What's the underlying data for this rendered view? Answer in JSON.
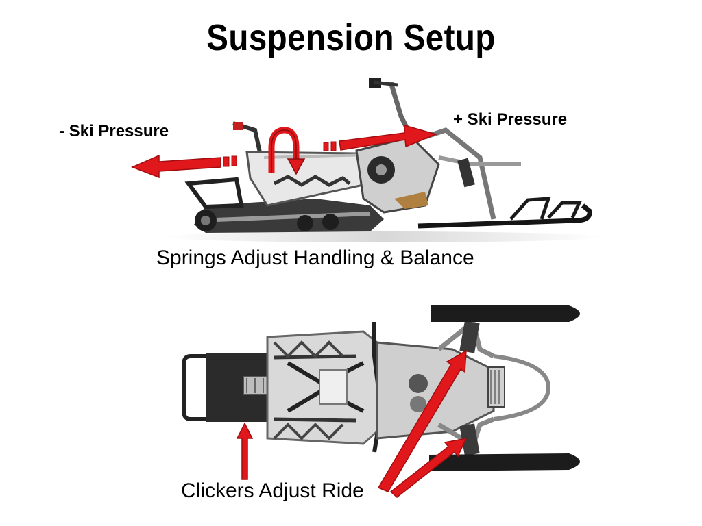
{
  "slide": {
    "title": "Suspension Setup",
    "minus_label": "- Ski Pressure",
    "plus_label": "+ Ski Pressure",
    "springs_caption": "Springs Adjust Handling & Balance",
    "clickers_caption": "Clickers Adjust Ride"
  },
  "colors": {
    "arrow_fill": "#e0171b",
    "arrow_stroke": "#a30d0f",
    "background": "#ffffff"
  }
}
